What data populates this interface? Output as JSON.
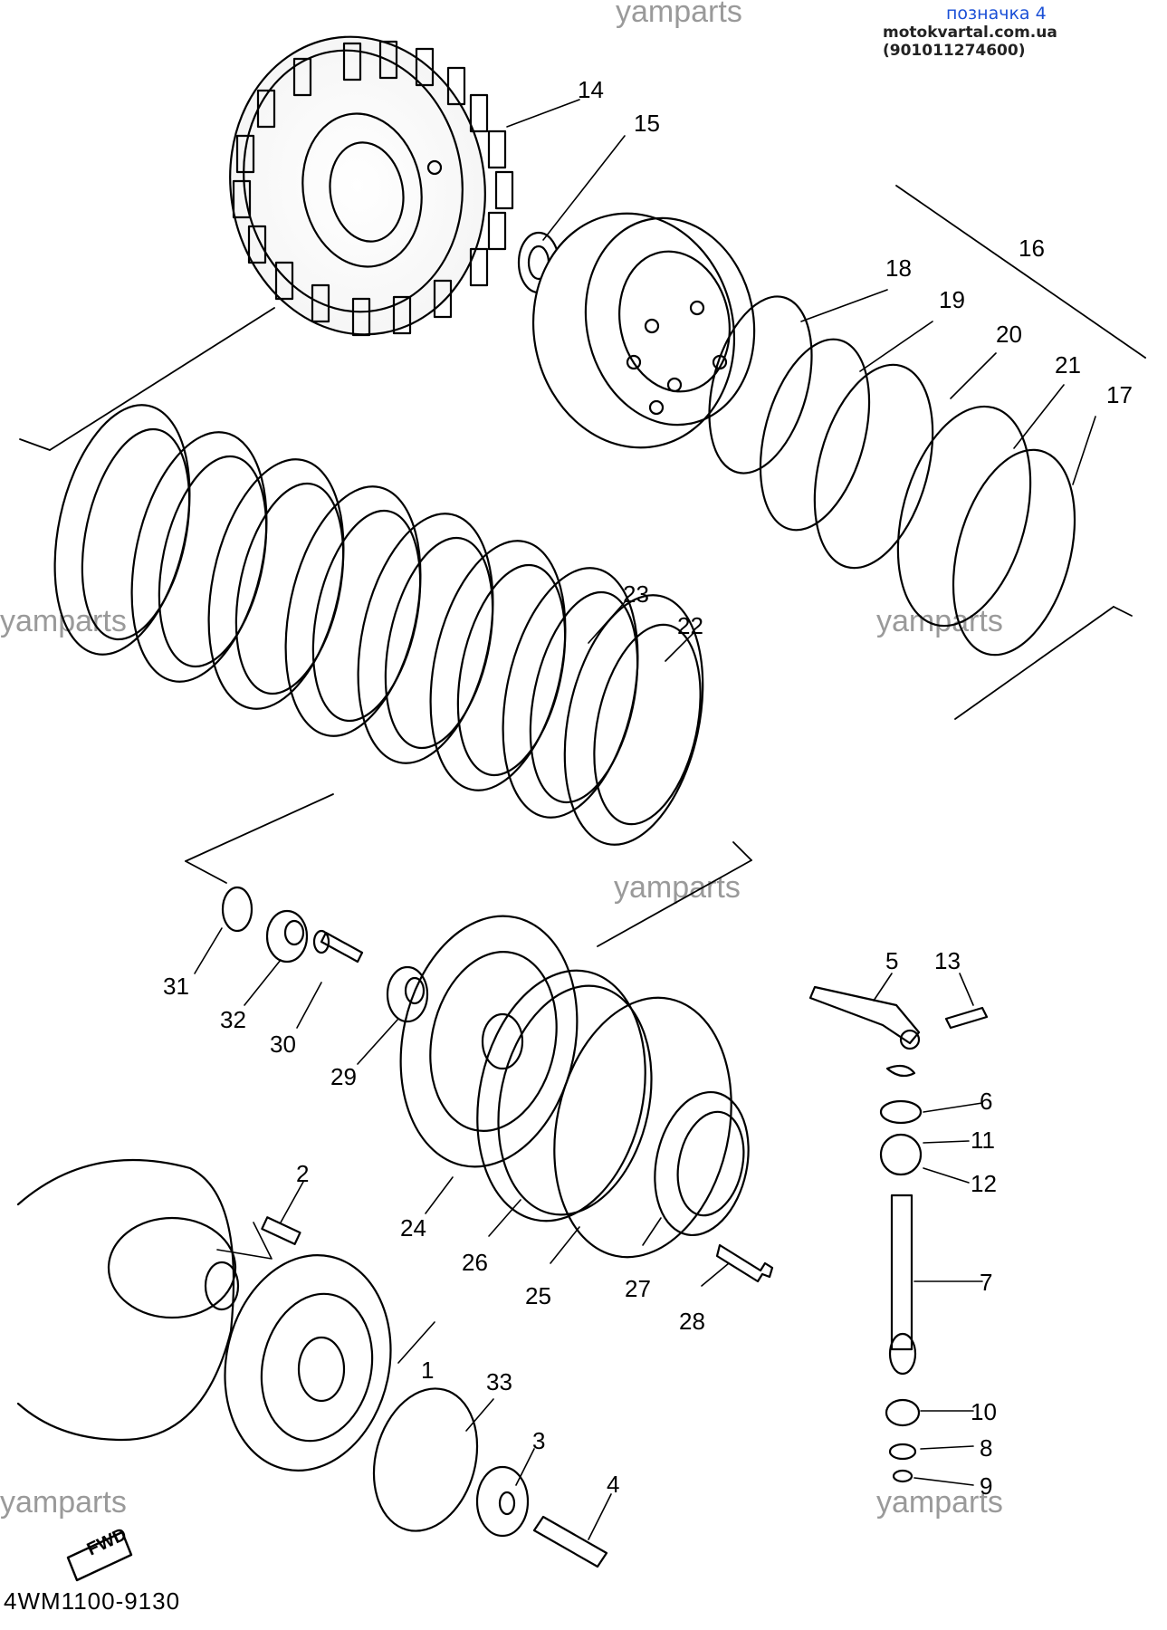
{
  "header": {
    "label_link": "позначка 4",
    "source_line": "motokvartal.com.ua (901011274600)"
  },
  "watermark": "yamparts",
  "diagram_code": "4WM1100-9130",
  "fwd_badge": "FWD",
  "callouts": [
    "1",
    "2",
    "3",
    "4",
    "5",
    "6",
    "7",
    "8",
    "9",
    "10",
    "11",
    "12",
    "13",
    "14",
    "15",
    "16",
    "17",
    "18",
    "19",
    "20",
    "21",
    "22",
    "23",
    "24",
    "25",
    "26",
    "27",
    "28",
    "29",
    "30",
    "31",
    "32",
    "33"
  ]
}
